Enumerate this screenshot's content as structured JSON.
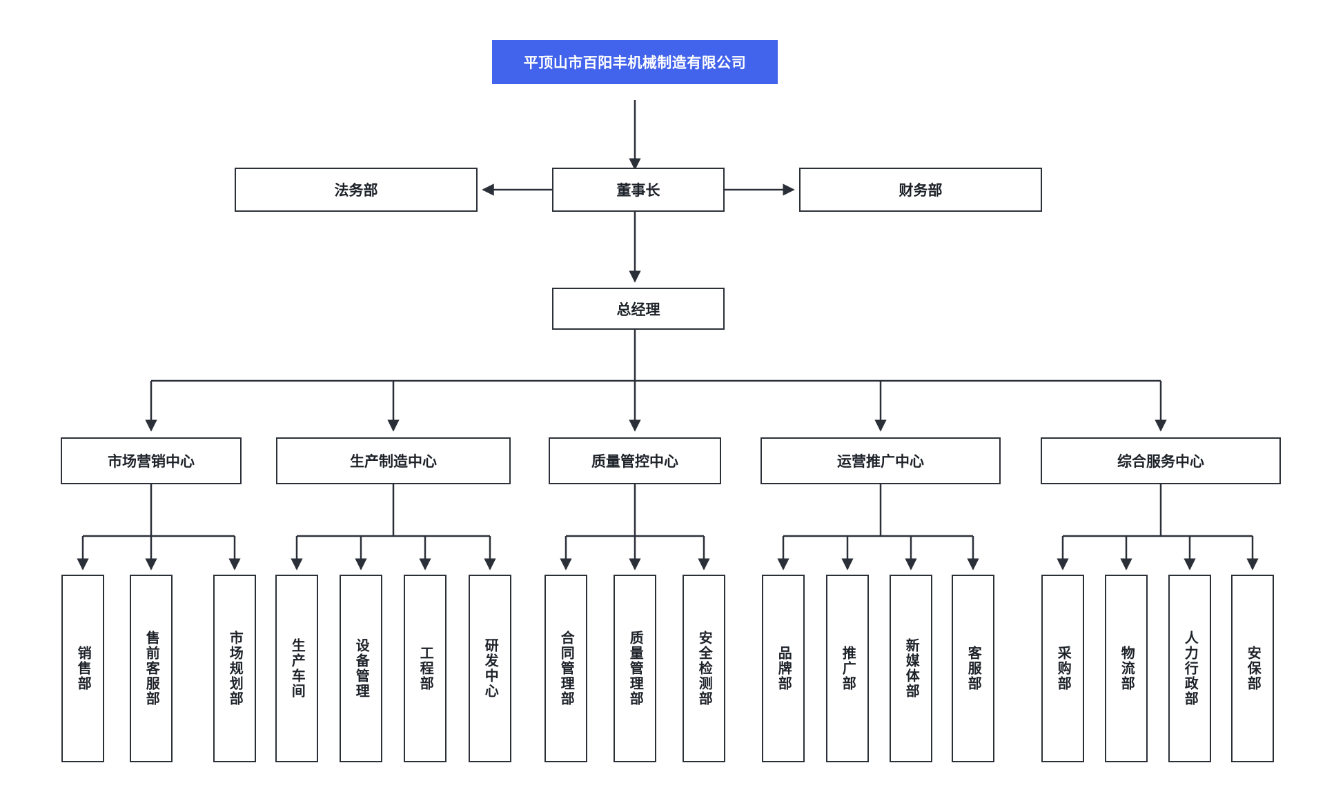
{
  "chart": {
    "type": "org-chart",
    "title": "平顶山市百阳丰机械制造有限公司",
    "background_color": "#ffffff",
    "root_fill_color": "#4263eb",
    "root_text_color": "#ffffff",
    "node_border_color": "#2b3038",
    "node_fill_color": "#ffffff",
    "edge_color": "#2b3038"
  },
  "root": {
    "label": "平顶山市百阳丰机械制造有限公司"
  },
  "executives": {
    "chairman": {
      "label": "董事长"
    },
    "legal": {
      "label": "法务部"
    },
    "finance": {
      "label": "财务部"
    },
    "general_manager": {
      "label": "总经理"
    }
  },
  "centers": [
    {
      "label": "市场营销中心",
      "departments": [
        {
          "label": "销售部"
        },
        {
          "label": "售前客服部"
        },
        {
          "label": "市场规划部"
        }
      ]
    },
    {
      "label": "生产制造中心",
      "departments": [
        {
          "label": "生产车间"
        },
        {
          "label": "设备管理"
        },
        {
          "label": "工程部"
        },
        {
          "label": "研发中心"
        }
      ]
    },
    {
      "label": "质量管控中心",
      "departments": [
        {
          "label": "合同管理部"
        },
        {
          "label": "质量管理部"
        },
        {
          "label": "安全检测部"
        }
      ]
    },
    {
      "label": "运营推广中心",
      "departments": [
        {
          "label": "品牌部"
        },
        {
          "label": "推广部"
        },
        {
          "label": "新媒体部"
        },
        {
          "label": "客服部"
        }
      ]
    },
    {
      "label": "综合服务中心",
      "departments": [
        {
          "label": "采购部"
        },
        {
          "label": "物流部"
        },
        {
          "label": "人力行政部"
        },
        {
          "label": "安保部"
        }
      ]
    }
  ]
}
